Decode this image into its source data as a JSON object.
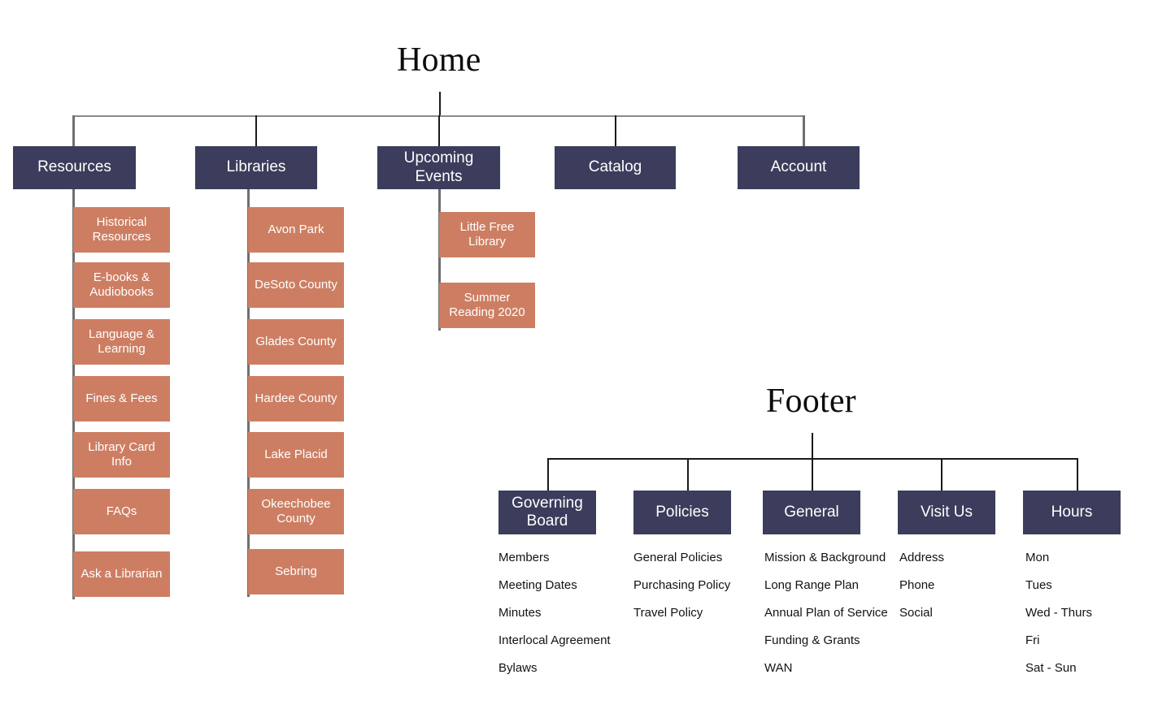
{
  "palette": {
    "navy": "#3c3c5c",
    "orange": "#cd7e62",
    "background": "#ffffff",
    "line": "#8a8a8a",
    "line_dark": "#1a1a1a",
    "text_light": "#ffffff",
    "text_dark": "#121212"
  },
  "home": {
    "title": "Home",
    "sections": [
      {
        "label": "Resources",
        "children": [
          "Historical Resources",
          "E-books & Audiobooks",
          "Language & Learning",
          "Fines & Fees",
          "Library Card Info",
          "FAQs",
          "Ask a Librarian"
        ]
      },
      {
        "label": "Libraries",
        "children": [
          "Avon Park",
          "DeSoto County",
          "Glades County",
          "Hardee County",
          "Lake Placid",
          "Okeechobee County",
          "Sebring"
        ]
      },
      {
        "label": "Upcoming Events",
        "children": [
          "Little Free Library",
          "Summer Reading 2020"
        ]
      },
      {
        "label": "Catalog",
        "children": []
      },
      {
        "label": "Account",
        "children": []
      }
    ]
  },
  "footer": {
    "title": "Footer",
    "columns": [
      {
        "label": "Governing Board",
        "links": [
          "Members",
          "Meeting Dates",
          "Minutes",
          "Interlocal Agreement",
          "Bylaws"
        ]
      },
      {
        "label": "Policies",
        "links": [
          "General Policies",
          "Purchasing Policy",
          "Travel Policy"
        ]
      },
      {
        "label": "General",
        "links": [
          "Mission & Background",
          "Long Range Plan",
          "Annual Plan of Service",
          "Funding & Grants",
          "WAN"
        ]
      },
      {
        "label": "Visit Us",
        "links": [
          "Address",
          "Phone",
          "Social"
        ]
      },
      {
        "label": "Hours",
        "links": [
          "Mon",
          "Tues",
          "Wed - Thurs",
          "Fri",
          "Sat - Sun"
        ]
      }
    ]
  }
}
